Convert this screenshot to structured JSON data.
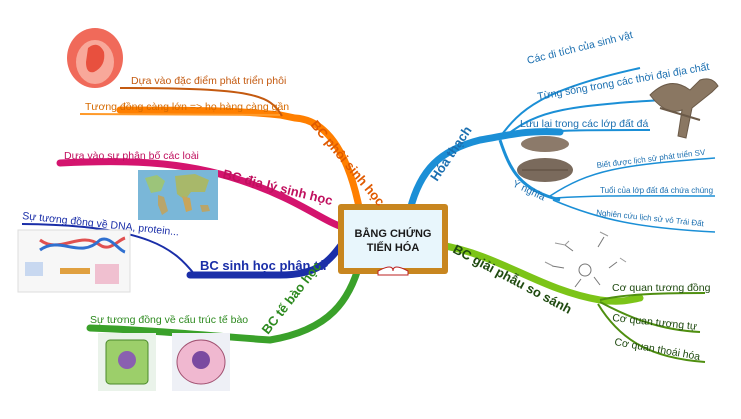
{
  "center": {
    "title_line1": "BẰNG CHỨNG",
    "title_line2": "TIẾN HÓA"
  },
  "branches": {
    "phoi": {
      "label": "BC phôi sinh học",
      "color": "#ff7f00",
      "items": [
        "Dựa vào đặc điểm phát triển phôi",
        "Tương đồng càng lớn => họ hàng càng gần"
      ]
    },
    "dia_ly": {
      "label": "BC địa lý sinh học",
      "color": "#d4146e",
      "items": [
        "Dựa vào sự phân bố các loài"
      ]
    },
    "phan_tu": {
      "label": "BC sinh học phân tử",
      "color": "#1a2ea8",
      "items": [
        "Sự tương đồng về DNA, protein..."
      ]
    },
    "te_bao": {
      "label": "BC tế bào học",
      "color": "#3aa12a",
      "items": [
        "Sự tương đồng về cấu trúc tế bào"
      ]
    },
    "hoa_thach": {
      "label": "Hóa thạch",
      "color": "#1b8fd6",
      "items": [
        "Các di tích của sinh vật",
        "Từng sống trong các thời đại địa chất",
        "Lưu lại trong các lớp đất đá"
      ],
      "sub": {
        "label": "Ý nghĩa",
        "items": [
          "Biết được lịch sử phát triển SV",
          "Tuổi của lớp đất đá chứa chúng",
          "Nghiên cứu lịch sử vỏ Trái Đất"
        ]
      }
    },
    "giai_phau": {
      "label": "BC giải phẫu so sánh",
      "color": "#7cc418",
      "items": [
        "Cơ quan tương đồng",
        "Cơ quan tương tự",
        "Cơ quan thoái hóa"
      ]
    }
  },
  "illustrations": {
    "embryo": "embryo-image",
    "world_map": "world-map-image",
    "dna": "dna-diagram-image",
    "cells": "cell-diagram-image",
    "dinosaur": "dinosaur-skeleton-image",
    "trilobite": "trilobite-fossil-image",
    "limbs": "homologous-limbs-image"
  }
}
